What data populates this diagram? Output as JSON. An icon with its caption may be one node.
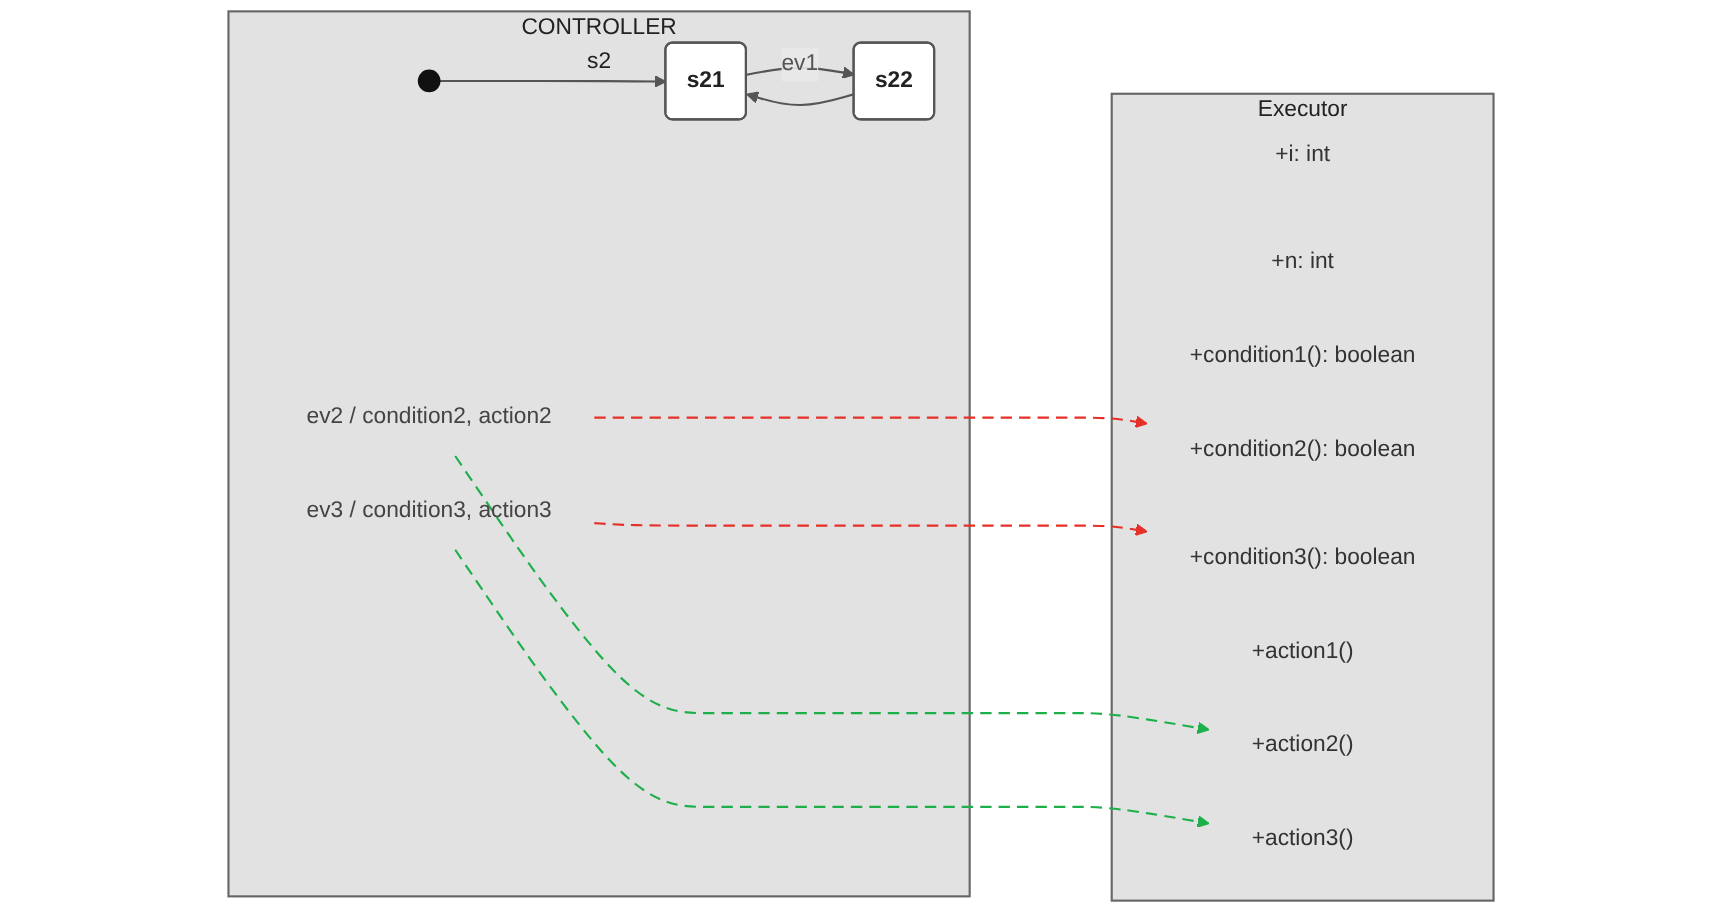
{
  "diagram": {
    "nodes": [
      {
        "text": [
          "CONTROLLER",
          "s2"
        ]
      },
      {
        "text": [
          "s21"
        ],
        "in": 0
      },
      {
        "text": [
          "s22"
        ],
        "in": 0
      },
      {
        "text": [],
        "shape": "circle",
        "in": 0
      },
      {
        "text": [
          "ev2 / condition2, action2"
        ],
        "in": 0
      },
      {
        "text": [
          "ev3 / condition3, action3"
        ],
        "in": 0
      },
      {
        "text": [
          "Executor"
        ]
      },
      {
        "text": [
          "+i: int"
        ],
        "in": 6
      },
      {
        "text": [
          "+n: int"
        ],
        "in": 6
      },
      {
        "text": [
          "+condition1(): boolean"
        ],
        "in": 6
      },
      {
        "text": [
          "+condition2(): boolean"
        ],
        "in": 6
      },
      {
        "text": [
          "+condition3(): boolean"
        ],
        "in": 6
      },
      {
        "text": [
          "+action1()"
        ],
        "in": 6
      },
      {
        "text": [
          "+action2()"
        ],
        "in": 6
      },
      {
        "text": [
          "+action3()"
        ],
        "in": 6
      }
    ],
    "edges": [
      {
        "from": 3,
        "to": 1,
        "arrow": "to"
      },
      {
        "from": 1,
        "to": 2,
        "arrow": "to",
        "label": "ev1"
      },
      {
        "from": 2,
        "to": 1,
        "arrow": "to"
      },
      {
        "from": 4,
        "to": 10,
        "arrow": "to",
        "style": "dashed",
        "color": "#e53027"
      },
      {
        "from": 4,
        "to": 13,
        "arrow": "to",
        "style": "dashed",
        "color": "#1db04a"
      },
      {
        "from": 5,
        "to": 11,
        "arrow": "to",
        "style": "dashed",
        "color": "#e53027"
      },
      {
        "from": 5,
        "to": 14,
        "arrow": "to",
        "style": "dashed",
        "color": "#1db04a"
      }
    ]
  }
}
